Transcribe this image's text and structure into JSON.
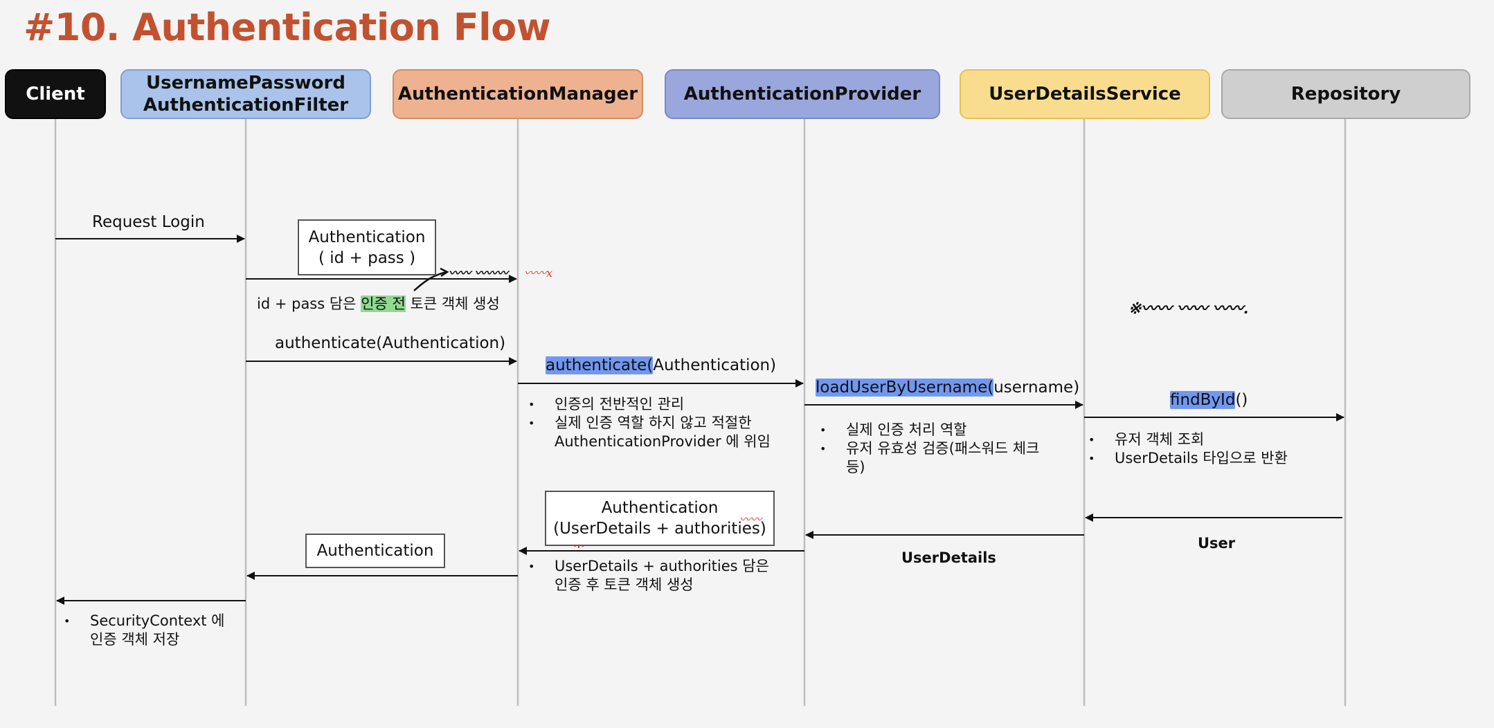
{
  "title": "#10. Authentication Flow",
  "participants": [
    {
      "label": "Client",
      "bg": "#111111",
      "color": "#ffffff",
      "border": "#000000"
    },
    {
      "label": "UsernamePassword\nAuthenticationFilter",
      "bg": "#a9c3ea",
      "color": "#111111",
      "border": "#7f9fd3"
    },
    {
      "label": "AuthenticationManager",
      "bg": "#efb291",
      "color": "#111111",
      "border": "#d58b60"
    },
    {
      "label": "AuthenticationProvider",
      "bg": "#9aa7dc",
      "color": "#111111",
      "border": "#7888c9"
    },
    {
      "label": "UserDetailsService",
      "bg": "#f9dd8e",
      "color": "#111111",
      "border": "#e8c04d"
    },
    {
      "label": "Repository",
      "bg": "#cfcfcf",
      "color": "#111111",
      "border": "#a8a8a8"
    }
  ],
  "messages": {
    "request_login": "Request Login",
    "auth_box_line1": "Authentication",
    "auth_box_line2": "( id + pass )",
    "token_pre": "id + pass 담은 ",
    "token_hl": "인증 전",
    "token_post": " 토큰 객체 생성",
    "filter_auth_call": "authenticate(Authentication)",
    "mgr_call_hl": "authenticate(",
    "mgr_call_rest": "Authentication)",
    "provider_call_hl": "loadUserByUsername(",
    "provider_call_rest": "username)",
    "repo_call_hl": "findById",
    "repo_call_rest": "()",
    "result_box_line1": "Authentication",
    "result_box_line2_a": "(UserDetails + ",
    "result_box_line2_b": "authorities",
    "result_box_line2_c": ")",
    "return_box": "Authentication",
    "userdetails_label": "UserDetails",
    "user_label": "User"
  },
  "notes": {
    "manager": [
      "인증의 전반적인 관리",
      "실제 인증 역할 하지 않고 적절한\nAuthenticationProvider 에 위임"
    ],
    "provider": [
      "실제 인증 처리 역할",
      "유저 유효성 검증(패스워드 체크\n등)"
    ],
    "service": [
      "유저 객체 조회",
      "UserDetails 타입으로 반환"
    ],
    "result": [
      "UserDetails +  authorities 담은\n인증 후 토큰 객체 생성"
    ],
    "client": [
      "SecurityContext 에\n인증 객체 저장"
    ]
  },
  "colors": {
    "title": "#c2522f",
    "highlight_blue": "#4678f0",
    "highlight_green": "#78d278",
    "handwriting_red": "#e0342c"
  }
}
